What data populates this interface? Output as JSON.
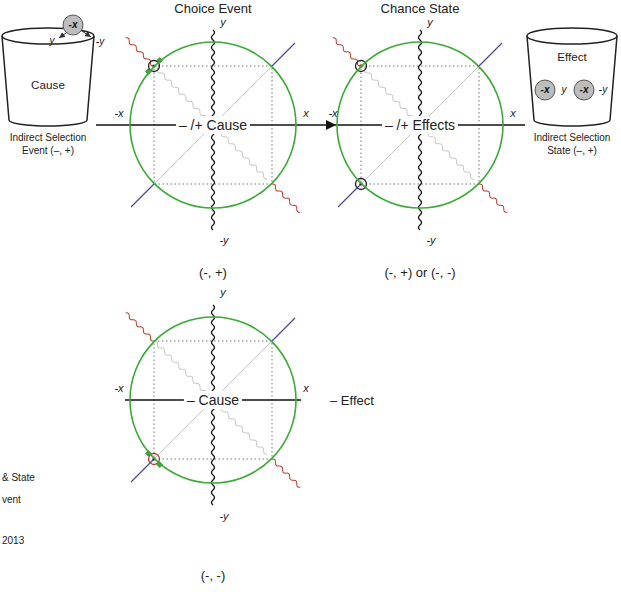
{
  "diagram": {
    "nodes": [
      {
        "text": [
          "Cause",
          "Indirect Selection Event (–, +)"
        ]
      },
      {
        "text": [
          "-x"
        ],
        "in": 0
      },
      {
        "text": [
          "– /+ Cause"
        ]
      },
      {
        "text": [
          "– /+ Effects"
        ]
      },
      {
        "text": [
          "Effect",
          "Indirect Selection State (–, +)"
        ]
      },
      {
        "text": [
          "-x"
        ],
        "in": 4
      },
      {
        "text": [
          "-x"
        ],
        "in": 4
      },
      {
        "text": [
          "– Cause"
        ]
      }
    ],
    "edges": [
      {
        "from": 0,
        "to": 2,
        "arrow": "none"
      },
      {
        "from": 2,
        "to": 3,
        "arrow": "to"
      },
      {
        "from": 3,
        "to": 4,
        "arrow": "none"
      }
    ],
    "labels": [
      "Choice Event",
      "Chance State",
      "y",
      "-y",
      "y",
      "-x",
      "x",
      "-y",
      "y",
      "-x",
      "x",
      "-y",
      "y",
      "-y",
      "(-, +)",
      "(-, +) or (-, -)",
      "y",
      "-x",
      "x",
      "-y",
      "– Effect",
      "(-, -)",
      "& State",
      "vent",
      "2013"
    ]
  }
}
